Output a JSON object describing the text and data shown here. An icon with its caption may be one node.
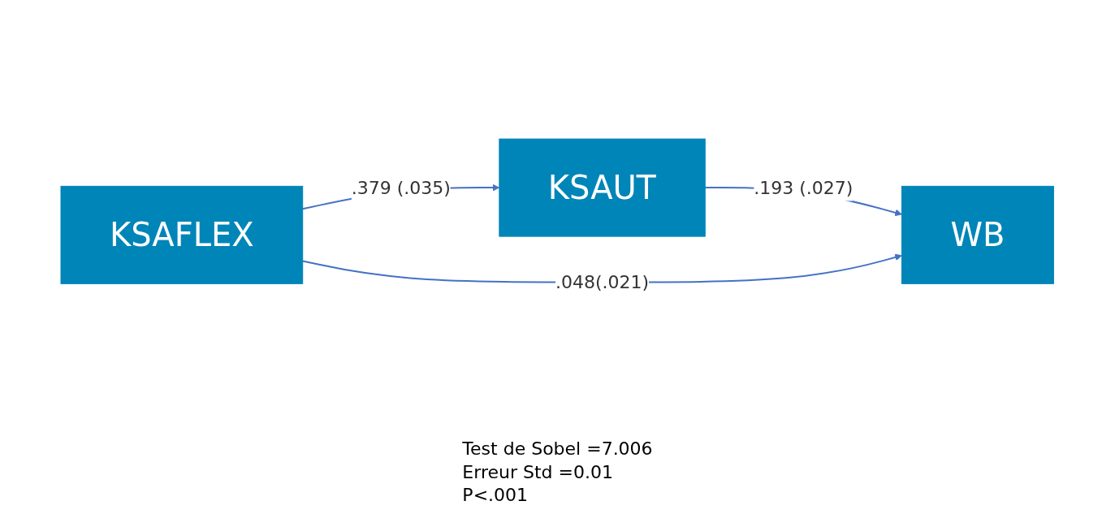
{
  "diagram": {
    "nodes": [
      {
        "text": [
          "KSAFLEX"
        ]
      },
      {
        "text": [
          "KSAUT"
        ]
      },
      {
        "text": [
          "WB"
        ]
      }
    ],
    "edges": [
      {
        "from": 0,
        "to": 1,
        "arrow": "to",
        "label": ".379 (.035)"
      },
      {
        "from": 1,
        "to": 2,
        "arrow": "to",
        "label": ".193 (.027)"
      },
      {
        "from": 0,
        "to": 2,
        "arrow": "to",
        "label": ".048(.021)"
      }
    ],
    "labels": [
      "Test de Sobel =7.006",
      "Erreur Std =0.01",
      "P<.001"
    ]
  }
}
